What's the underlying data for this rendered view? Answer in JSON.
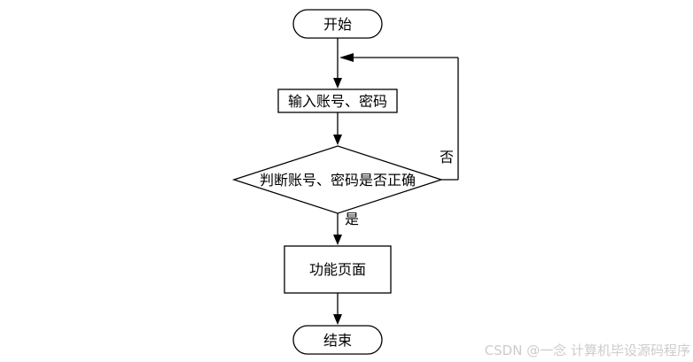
{
  "diagram": {
    "type": "flowchart",
    "nodes": [
      {
        "id": "start",
        "shape": "stadium",
        "label": "开始"
      },
      {
        "id": "input",
        "shape": "rect",
        "label": "输入账号、密码"
      },
      {
        "id": "decision",
        "shape": "diamond",
        "label": "判断账号、密码是否正确"
      },
      {
        "id": "function-page",
        "shape": "rect",
        "label": "功能页面"
      },
      {
        "id": "end",
        "shape": "stadium",
        "label": "结束"
      }
    ],
    "edges": [
      {
        "from": "start",
        "to": "input",
        "label": ""
      },
      {
        "from": "input",
        "to": "decision",
        "label": ""
      },
      {
        "from": "decision",
        "to": "function-page",
        "label": "是"
      },
      {
        "from": "decision",
        "to": "input",
        "label": "否"
      },
      {
        "from": "function-page",
        "to": "end",
        "label": ""
      }
    ],
    "colors": {
      "stroke": "#000000",
      "node_fill": "#ffffff",
      "watermark": "#cccccc"
    }
  },
  "watermark": {
    "text": "CSDN @一念 计算机毕设源码程序"
  }
}
